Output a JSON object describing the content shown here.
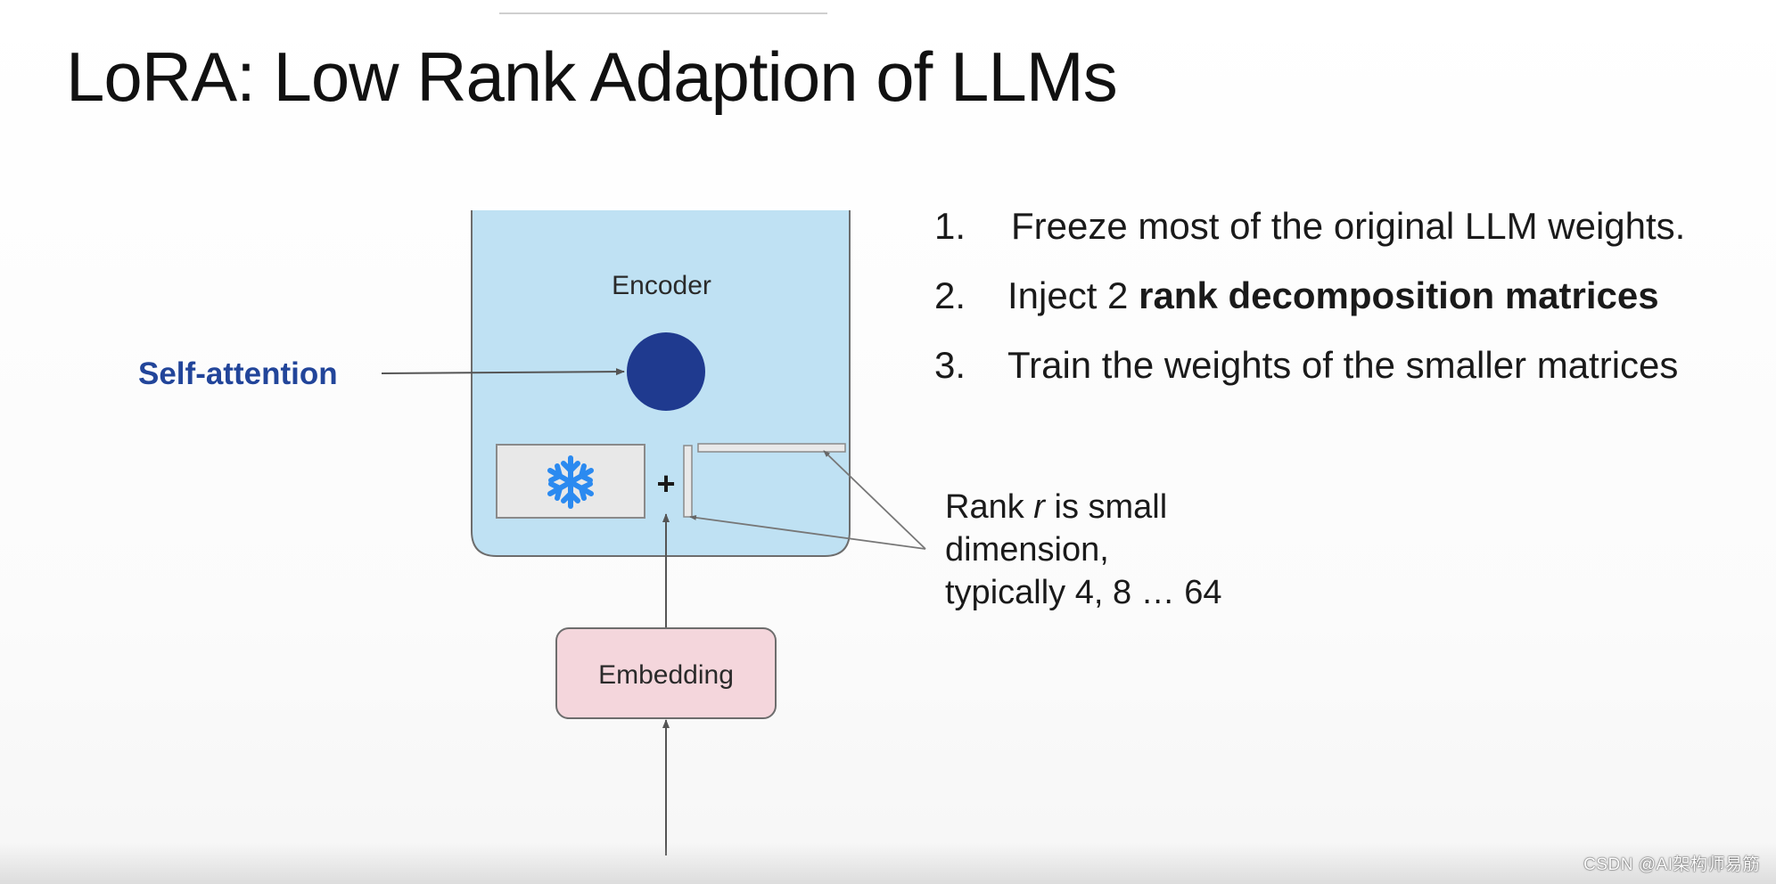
{
  "slide": {
    "title": "LoRA: Low Rank Adaption of LLMs"
  },
  "diagram": {
    "encoder_label": "Encoder",
    "self_attention_label": "Self-attention",
    "plus_sign": "+",
    "embedding_label": "Embedding",
    "frozen_icon": "snowflake-icon",
    "colors": {
      "encoder_fill": "#bfe1f3",
      "attention_circle": "#1f3a8f",
      "self_attention_text": "#22459a",
      "embedding_fill": "#f4d6dc",
      "frozen_fill": "#e8e8e8",
      "snowflake": "#2b8af0"
    }
  },
  "list": {
    "items": [
      {
        "number": "1.",
        "text_before": "Freeze most of the original LLM weights.",
        "bold": "",
        "text_after": ""
      },
      {
        "number": "2.",
        "text_before": "Inject 2 ",
        "bold": "rank decomposition matrices",
        "text_after": ""
      },
      {
        "number": "3.",
        "text_before": "Train the weights of the smaller matrices",
        "bold": "",
        "text_after": ""
      }
    ]
  },
  "rank_note": {
    "line1_before": "Rank ",
    "line1_italic": "r",
    "line1_after": " is small",
    "line2": "dimension,",
    "line3": "typically 4, 8 … 64"
  },
  "watermark": "CSDN @AI架构师易筋"
}
